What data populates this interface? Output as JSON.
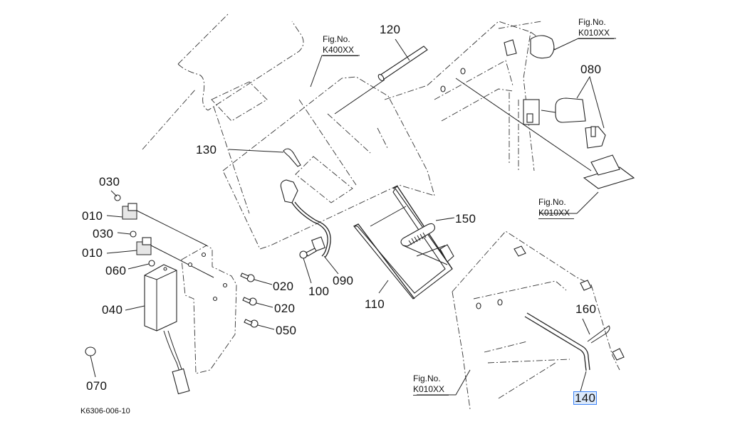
{
  "diagram": {
    "drawing_code": "K6306-006-10",
    "highlight_color": "#3b82f6",
    "selected_part": "140",
    "part_labels": [
      {
        "id": "p010a",
        "text": "010"
      },
      {
        "id": "p010b",
        "text": "010"
      },
      {
        "id": "p020a",
        "text": "020"
      },
      {
        "id": "p020b",
        "text": "020"
      },
      {
        "id": "p030a",
        "text": "030"
      },
      {
        "id": "p030b",
        "text": "030"
      },
      {
        "id": "p040",
        "text": "040"
      },
      {
        "id": "p050",
        "text": "050"
      },
      {
        "id": "p060",
        "text": "060"
      },
      {
        "id": "p070",
        "text": "070"
      },
      {
        "id": "p080",
        "text": "080"
      },
      {
        "id": "p090",
        "text": "090"
      },
      {
        "id": "p100",
        "text": "100"
      },
      {
        "id": "p110",
        "text": "110"
      },
      {
        "id": "p120",
        "text": "120"
      },
      {
        "id": "p130",
        "text": "130"
      },
      {
        "id": "p140",
        "text": "140"
      },
      {
        "id": "p150",
        "text": "150"
      },
      {
        "id": "p160",
        "text": "160"
      }
    ],
    "figure_refs": [
      {
        "id": "fig1",
        "label": "Fig.No.",
        "code": "K400XX"
      },
      {
        "id": "fig2",
        "label": "Fig.No.",
        "code": "K010XX"
      },
      {
        "id": "fig3",
        "label": "Fig.No.",
        "code": "K010XX"
      },
      {
        "id": "fig4",
        "label": "Fig.No.",
        "code": "K010XX"
      }
    ]
  }
}
